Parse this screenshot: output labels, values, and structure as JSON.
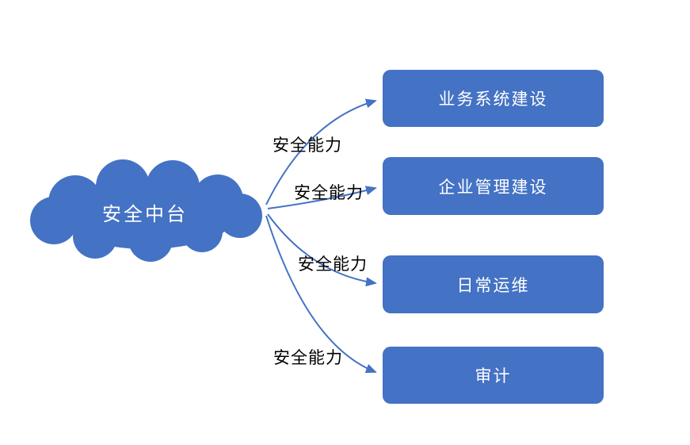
{
  "diagram": {
    "cloud": {
      "label": "安全中台"
    },
    "nodes": [
      {
        "label": "业务系统建设"
      },
      {
        "label": "企业管理建设"
      },
      {
        "label": "日常运维"
      },
      {
        "label": "审计"
      }
    ],
    "edge_labels": [
      "安全能力",
      "安全能力",
      "安全能力",
      "安全能力"
    ],
    "colors": {
      "shape_fill": "#4472C4",
      "connector": "#4472C4",
      "node_text": "#FFFFFF",
      "edge_label_text": "#000000",
      "background": "#FFFFFF"
    }
  }
}
